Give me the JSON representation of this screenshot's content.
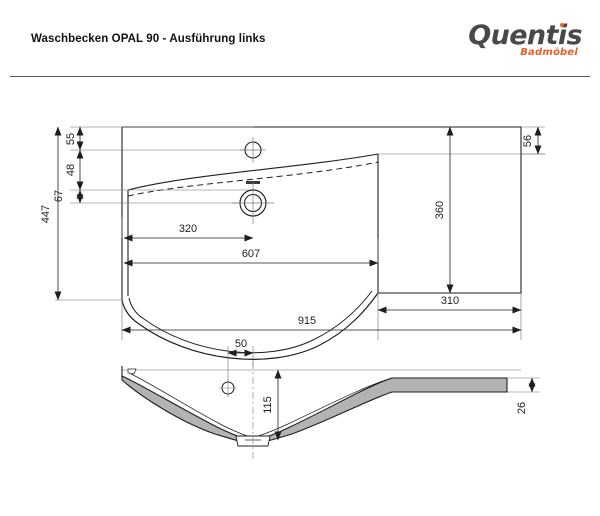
{
  "header": {
    "title": "Waschbecken OPAL 90 - Ausführung links",
    "brand_name": "Quentis",
    "brand_tagline": "Badmöbel",
    "brand_color": "#e8622a",
    "brand_text_color": "#494949"
  },
  "drawing": {
    "units": "mm",
    "line_color": "#1f1f1f",
    "fill_color": "#b3b3b3",
    "top_view": {
      "name": "washbasin-top-view",
      "dimensions": {
        "total_width": "915",
        "total_depth": "447",
        "bowl_width": "607",
        "drain_from_left": "320",
        "right_shelf_width": "310",
        "right_shelf_depth": "360",
        "rear_edge_to_shelf": "56",
        "rear_to_taphole": "55",
        "taphole_to_bowl_rim": "48",
        "bowl_rim_to_drain": "67"
      }
    },
    "section_view": {
      "name": "washbasin-section-view",
      "dimensions": {
        "taphole_to_drain": "50",
        "bowl_depth": "115",
        "edge_thickness": "26"
      }
    }
  }
}
